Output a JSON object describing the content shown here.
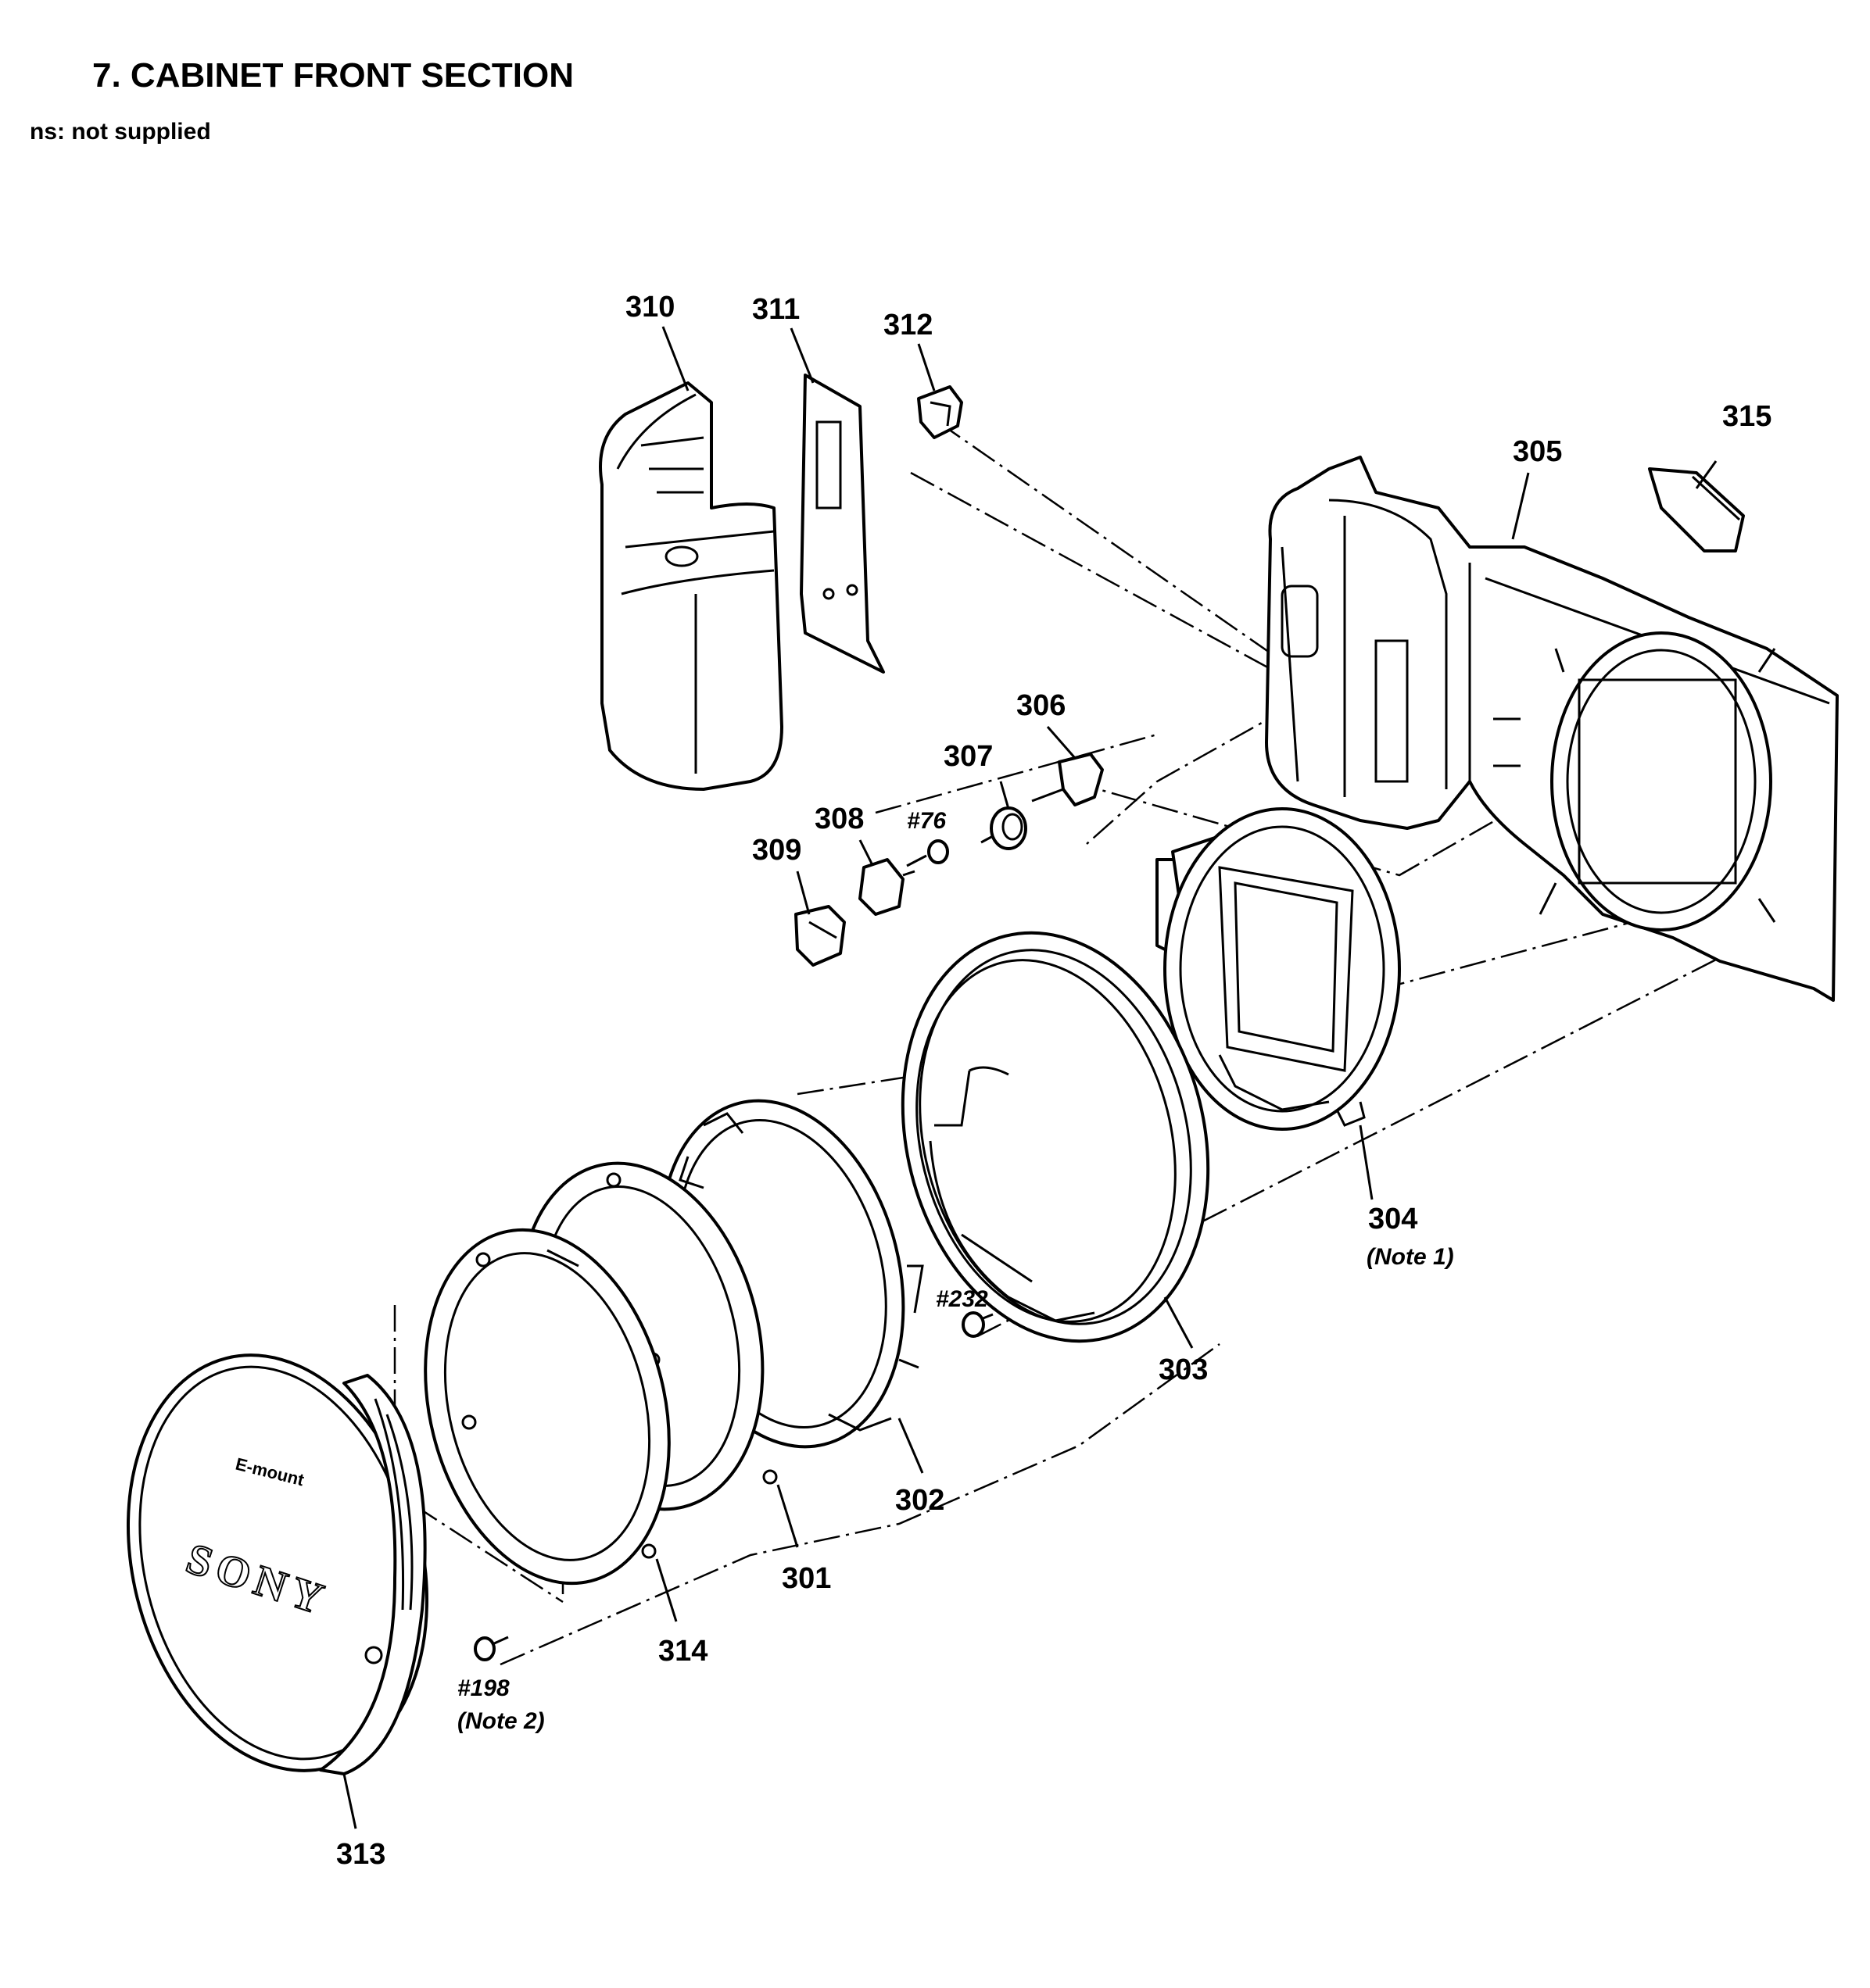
{
  "header": {
    "title": "7. CABINET FRONT SECTION",
    "note": "ns: not supplied"
  },
  "cap_text": {
    "brand": "SONY",
    "mount": "E-mount"
  },
  "labels": [
    {
      "id": "l310",
      "text": "310"
    },
    {
      "id": "l311",
      "text": "311"
    },
    {
      "id": "l312",
      "text": "312"
    },
    {
      "id": "l315",
      "text": "315"
    },
    {
      "id": "l305",
      "text": "305"
    },
    {
      "id": "l306",
      "text": "306"
    },
    {
      "id": "l307",
      "text": "307"
    },
    {
      "id": "l308",
      "text": "308"
    },
    {
      "id": "l76",
      "text": "#76"
    },
    {
      "id": "l309",
      "text": "309"
    },
    {
      "id": "l304",
      "text": "304"
    },
    {
      "id": "n1",
      "text": "(Note 1)"
    },
    {
      "id": "l232",
      "text": "#232"
    },
    {
      "id": "l303",
      "text": "303"
    },
    {
      "id": "l302",
      "text": "302"
    },
    {
      "id": "l301",
      "text": "301"
    },
    {
      "id": "l314",
      "text": "314"
    },
    {
      "id": "l198",
      "text": "#198"
    },
    {
      "id": "n2",
      "text": "(Note 2)"
    },
    {
      "id": "l313",
      "text": "313"
    }
  ]
}
